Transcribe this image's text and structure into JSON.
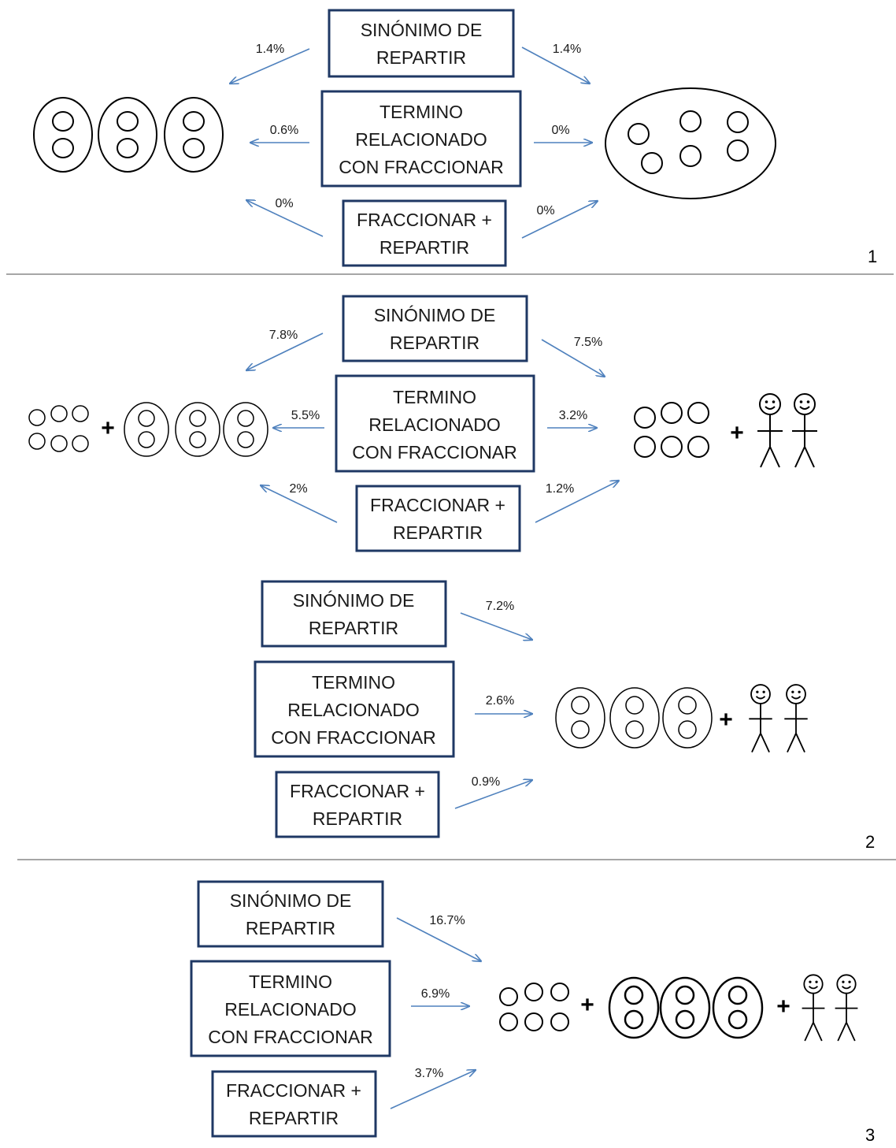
{
  "labels": {
    "sinonimo": [
      "SINÓNIMO DE",
      "REPARTIR"
    ],
    "termino": [
      "TERMINO",
      "RELACIONADO",
      "CON FRACCIONAR"
    ],
    "fraccionar": [
      "FRACCIONAR +",
      "REPARTIR"
    ]
  },
  "panel1": {
    "number": "1",
    "left": {
      "sinonimo": "1.4%",
      "termino": "0.6%",
      "fraccionar": "0%"
    },
    "right": {
      "sinonimo": "1.4%",
      "termino": "0%",
      "fraccionar": "0%"
    }
  },
  "panel2": {
    "number": "2",
    "upper_left": {
      "sinonimo": "7.8%",
      "termino": "5.5%",
      "fraccionar": "2%"
    },
    "upper_right": {
      "sinonimo": "7.5%",
      "termino": "3.2%",
      "fraccionar": "1.2%"
    },
    "lower": {
      "sinonimo": "7.2%",
      "termino": "2.6%",
      "fraccionar": "0.9%"
    }
  },
  "panel3": {
    "number": "3",
    "values": {
      "sinonimo": "16.7%",
      "termino": "6.9%",
      "fraccionar": "3.7%"
    }
  },
  "plus_sign": "+",
  "colors": {
    "box_border": "#1f3864",
    "arrow": "#4f81bd",
    "separator": "#a6a6a6"
  }
}
